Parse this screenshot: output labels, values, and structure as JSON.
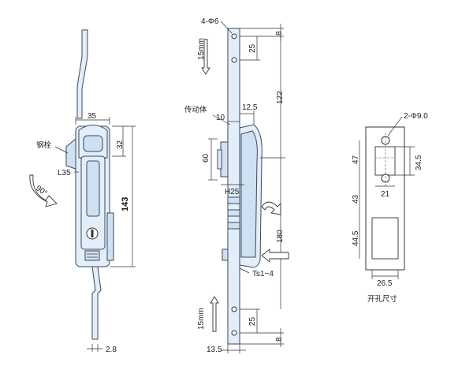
{
  "labels": {
    "bolt_cn": "钢栓",
    "drive_body_cn": "传动体",
    "cutout_size_cn": "开孔尺寸",
    "holes_top": "4-Φ6",
    "holes_cutout": "2-Φ9.0",
    "stroke_top": "15mm",
    "stroke_bottom": "15mm",
    "handle_lever": "L35",
    "thickness_range": "Ts1~4",
    "handle_height": "H25",
    "rotation": "90°"
  },
  "dimensions": {
    "front": {
      "width_top": "35",
      "top_32": "32",
      "height_143": "143",
      "rod_dia": "2.8"
    },
    "side": {
      "top_8": "8",
      "d25_top": "25",
      "d122": "122",
      "d12_5": "12.5",
      "d10": "10",
      "d60": "60",
      "d180": "180",
      "d25_bottom": "25",
      "bottom_8": "8",
      "width_13_5": "13.5"
    },
    "cutout": {
      "d47": "47",
      "d34_5": "34.5",
      "d21": "21",
      "d43": "43",
      "d44_5": "44.5",
      "d26_5": "26.5"
    }
  },
  "colors": {
    "part_fill": "#e3eefa",
    "part_shade": "#cfe0f2",
    "outline": "#3a4a5a"
  }
}
